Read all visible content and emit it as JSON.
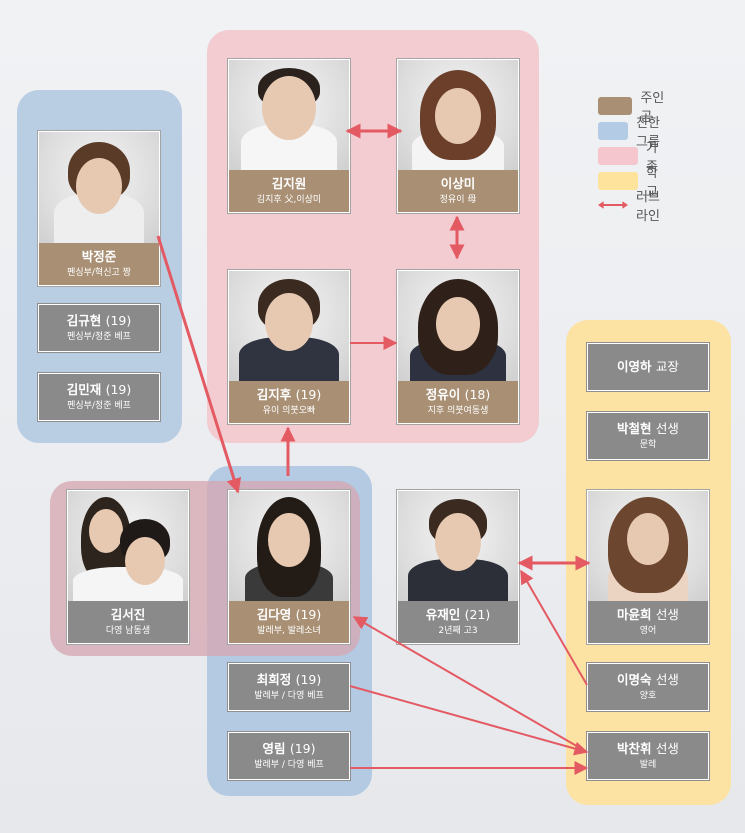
{
  "legend": [
    {
      "label": "주인공",
      "color": "#a99075"
    },
    {
      "label": "친한그룹",
      "color": "#b3cbe4"
    },
    {
      "label": "가족",
      "color": "#f5c6ce"
    },
    {
      "label": "학교",
      "color": "#fde39c"
    },
    {
      "label": "러브라인",
      "color": "#e45a63"
    }
  ],
  "people": {
    "park_jungjun": {
      "name": "박정준",
      "extra": "",
      "desc": "펜싱부/혁신고 짱"
    },
    "kim_gyuhyun": {
      "name": "김규현",
      "extra": "(19)",
      "desc": "펜싱부/정준 베프"
    },
    "kim_minjae": {
      "name": "김민재",
      "extra": "(19)",
      "desc": "펜싱부/정준 베프"
    },
    "kim_jiwon": {
      "name": "김지원",
      "extra": "",
      "desc": "김지후 父,이상미"
    },
    "lee_sangmi": {
      "name": "이상미",
      "extra": "",
      "desc": "정유이 母"
    },
    "kim_jihu": {
      "name": "김지후",
      "extra": "(19)",
      "desc": "유이 의붓오빠"
    },
    "jung_yui": {
      "name": "정유이",
      "extra": "(18)",
      "desc": "지후 의붓여동생"
    },
    "kim_seojin": {
      "name": "김서진",
      "extra": "",
      "desc": "다영 남동생"
    },
    "kim_dayoung": {
      "name": "김다영",
      "extra": "(19)",
      "desc": "발레부, 발레소녀"
    },
    "yu_jaein": {
      "name": "유재인",
      "extra": "(21)",
      "desc": "2년째 고3"
    },
    "choi_heejung": {
      "name": "최희정",
      "extra": "(19)",
      "desc": "발레부 / 다영 베프"
    },
    "youngrim": {
      "name": "영림",
      "extra": "(19)",
      "desc": "발레부 / 다영 베프"
    },
    "lee_younghal": {
      "name": "이영하",
      "extra": "교장",
      "desc": ""
    },
    "park_chulhyun": {
      "name": "박철현",
      "extra": "선생",
      "desc": "문학"
    },
    "ma_yunhee": {
      "name": "마윤희",
      "extra": "선생",
      "desc": "영어"
    },
    "lee_myungsuk": {
      "name": "이명숙",
      "extra": "선생",
      "desc": "양호"
    },
    "park_chanhwi": {
      "name": "박찬휘",
      "extra": "선생",
      "desc": "발레"
    }
  }
}
